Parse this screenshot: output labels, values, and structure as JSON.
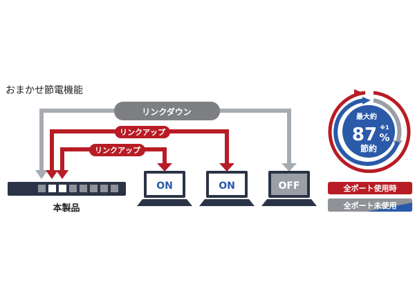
{
  "title": "おまかせ節電機能",
  "links": {
    "down": "リンクダウン",
    "up1": "リンクアップ",
    "up2": "リンクアップ"
  },
  "device_label": "本製品",
  "laptops": [
    {
      "status": "ON"
    },
    {
      "status": "ON"
    },
    {
      "status": "OFF"
    }
  ],
  "savings": {
    "prefix": "最大約",
    "value": "87",
    "unit": "%",
    "note": "※1",
    "suffix": "節約"
  },
  "legend": {
    "all_used": "全ポート使用時",
    "all_unused": "全ポート未使用"
  },
  "colors": {
    "red": "#b81c25",
    "gray": "#9a9ea5",
    "blue": "#2a5aa8",
    "navy": "#2b3446"
  }
}
